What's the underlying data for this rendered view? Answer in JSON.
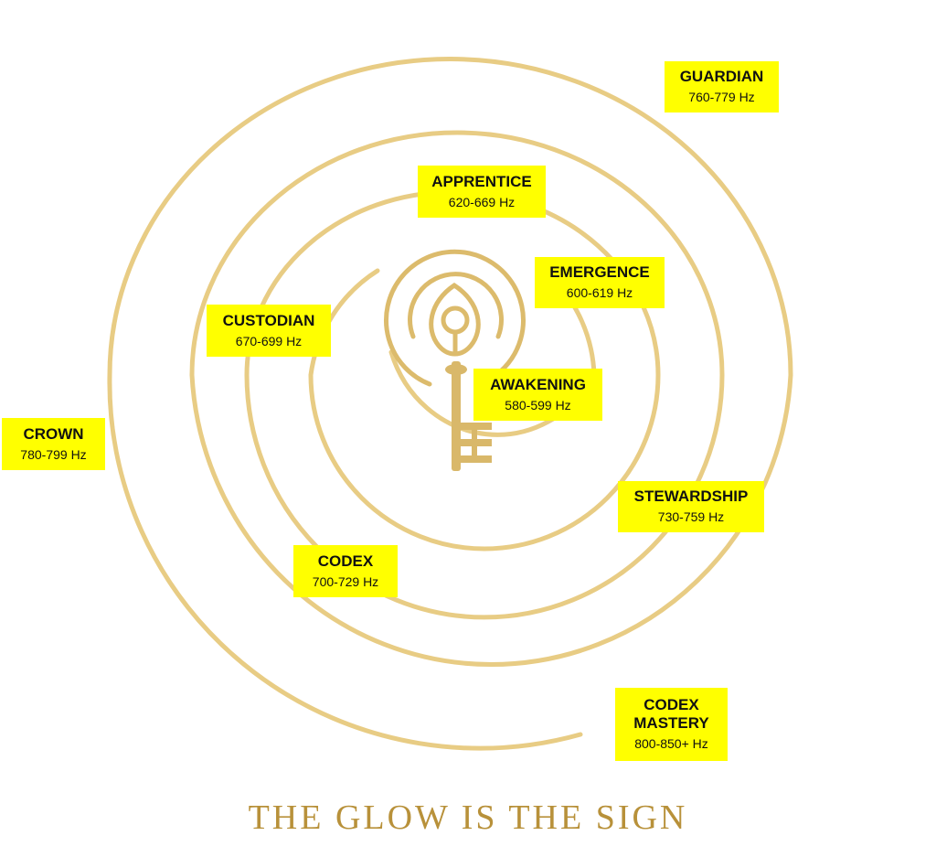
{
  "title": "THE GLOW IS THE SIGN",
  "colors": {
    "gold": "#e6c77a",
    "key_gold": "#d9b86a",
    "label_bg": "#ffff00",
    "title": "#b8913a"
  },
  "levels": [
    {
      "name": "GUARDIAN",
      "freq": "760-779 Hz"
    },
    {
      "name": "APPRENTICE",
      "freq": "620-669 Hz"
    },
    {
      "name": "EMERGENCE",
      "freq": "600-619 Hz"
    },
    {
      "name": "CUSTODIAN",
      "freq": "670-699 Hz"
    },
    {
      "name": "AWAKENING",
      "freq": "580-599 Hz"
    },
    {
      "name": "CROWN",
      "freq": "780-799 Hz"
    },
    {
      "name": "STEWARDSHIP",
      "freq": "730-759 Hz"
    },
    {
      "name": "CODEX",
      "freq": "700-729 Hz"
    },
    {
      "name": "CODEX MASTERY",
      "freq": "800-850+ Hz"
    }
  ]
}
